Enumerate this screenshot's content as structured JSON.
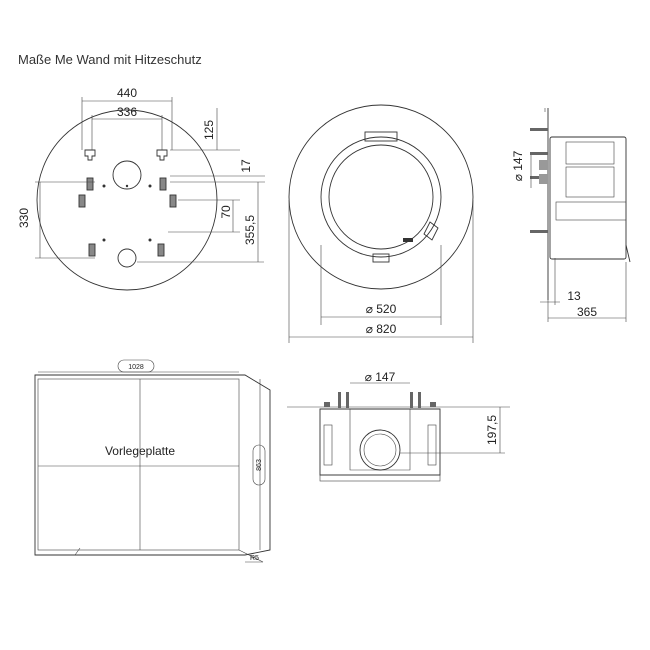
{
  "title": "Maße Me Wand mit Hitzeschutz",
  "colors": {
    "line": "#333333",
    "fill": "#f2f2f2",
    "text": "#222222"
  },
  "wall_view": {
    "dim_440": "440",
    "dim_336": "336",
    "dim_125": "125",
    "dim_17": "17",
    "dim_330": "330",
    "dim_70": "70",
    "dim_355": "355,5"
  },
  "front_view": {
    "dim_inner": "⌀ 520",
    "dim_outer": "⌀ 820"
  },
  "side_view": {
    "dim_pipe": "⌀ 147",
    "dim_13": "13",
    "dim_365": "365"
  },
  "plate": {
    "label": "Vorlegeplatte",
    "width": "1028",
    "height": "863",
    "radius": "R5"
  },
  "top_view": {
    "dim_pipe": "⌀ 147",
    "dim_height": "197,5"
  }
}
